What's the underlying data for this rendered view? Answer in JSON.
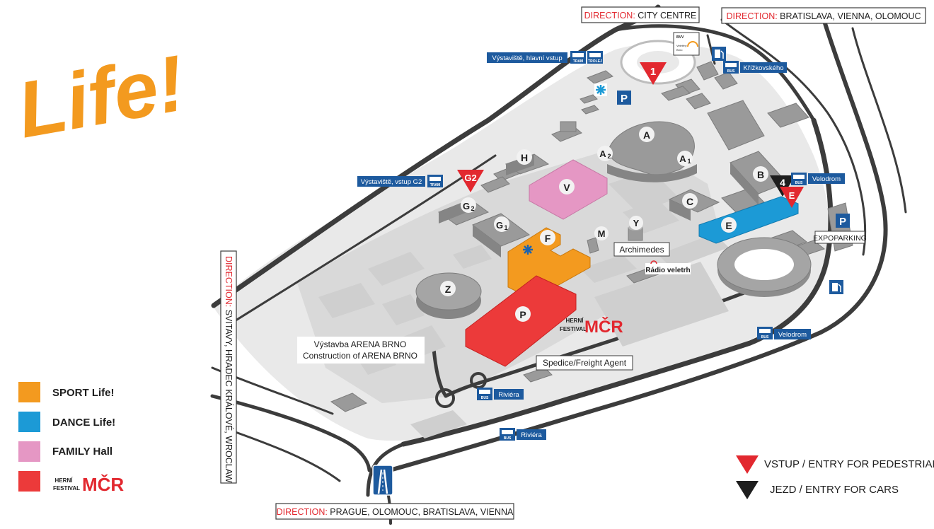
{
  "brand": {
    "logo_text": "Life!",
    "logo_color": "#f39a1f"
  },
  "directions": {
    "prefix": "DIRECTION",
    "city_centre": "CITY CENTRE",
    "bratislava": "BRATISLAVA, VIENNA, OLOMOUC",
    "svitavy": "SVITAVY, HRADEC KRÁLOVÉ, WROCLAW",
    "prague": "PRAGUE, OLOMOUC, BRATISLAVA, VIENNA"
  },
  "halls": {
    "A": "A",
    "A1": "A",
    "A1_sub": "1",
    "A2": "A",
    "A2_sub": "2",
    "B": "B",
    "C": "C",
    "E": "E",
    "F": "F",
    "G1": "G",
    "G1_sub": "1",
    "G2": "G",
    "G2_sub": "2",
    "H": "H",
    "M": "M",
    "P": "P",
    "V": "V",
    "Y": "Y",
    "Z": "Z"
  },
  "entries": {
    "e1": "1",
    "g2": "G2",
    "e": "E",
    "e4": "4"
  },
  "stops": {
    "main_entrance": "Výstaviště, hlavní vstup",
    "entrance_g2": "Výstaviště, vstup G2",
    "krizkovskeho": "Křížkovského",
    "velodrom_1": "Velodrom",
    "velodrom_2": "Velodrom",
    "riviera_1": "Riviéra",
    "riviera_2": "Riviéra",
    "tram": "TRAM",
    "trolej": "TROLEJ",
    "bus": "BUS"
  },
  "places": {
    "archimedes": "Archimedes",
    "radio": "Rádio veletrh",
    "freight": "Spedice/Freight Agent",
    "arena_cz": "Výstavba ARENA BRNO",
    "arena_en": "Construction of ARENA BRNO",
    "expoparking": "EXPOPARKING",
    "bvv_line1": "BVV",
    "bvv_line2": "Veletrhy",
    "bvv_line3": "Brno",
    "parking": "P"
  },
  "legend": {
    "sport": "SPORT Life!",
    "dance": "DANCE Life!",
    "family": "FAMILY Hall",
    "herni_line1": "HERNÍ",
    "herni_line2": "FESTIVAL",
    "mcr": "MČR",
    "pedestrians": "VSTUP  / ENTRY FOR PEDESTRIANS",
    "cars": "JEZD  / ENTRY FOR CARS"
  },
  "colors": {
    "sport": "#f39a1f",
    "dance": "#1c9ad6",
    "family": "#e597c4",
    "herni": "#ec3a3a",
    "entry_red": "#e2282f",
    "entry_black": "#1e1e1e",
    "transit_blue": "#1d5a9e",
    "road": "#3c3c3c",
    "building": "#9a9a9a"
  }
}
